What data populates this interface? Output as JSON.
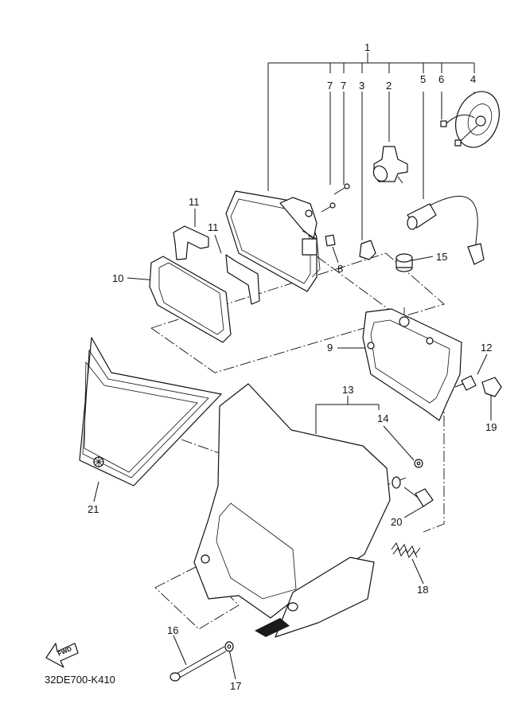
{
  "diagram_code": "32DE700-K410",
  "fwd_label": "FWD",
  "callouts": [
    {
      "id": "1",
      "label": "1"
    },
    {
      "id": "2",
      "label": "2"
    },
    {
      "id": "3",
      "label": "3"
    },
    {
      "id": "4",
      "label": "4"
    },
    {
      "id": "5",
      "label": "5"
    },
    {
      "id": "6",
      "label": "6"
    },
    {
      "id": "7a",
      "label": "7"
    },
    {
      "id": "7b",
      "label": "7"
    },
    {
      "id": "8",
      "label": "8"
    },
    {
      "id": "9",
      "label": "9"
    },
    {
      "id": "10",
      "label": "10"
    },
    {
      "id": "11a",
      "label": "11"
    },
    {
      "id": "11b",
      "label": "11"
    },
    {
      "id": "12",
      "label": "12"
    },
    {
      "id": "13",
      "label": "13"
    },
    {
      "id": "14",
      "label": "14"
    },
    {
      "id": "15",
      "label": "15"
    },
    {
      "id": "16",
      "label": "16"
    },
    {
      "id": "17",
      "label": "17"
    },
    {
      "id": "18",
      "label": "18"
    },
    {
      "id": "19",
      "label": "19"
    },
    {
      "id": "20",
      "label": "20"
    },
    {
      "id": "21",
      "label": "21"
    }
  ]
}
